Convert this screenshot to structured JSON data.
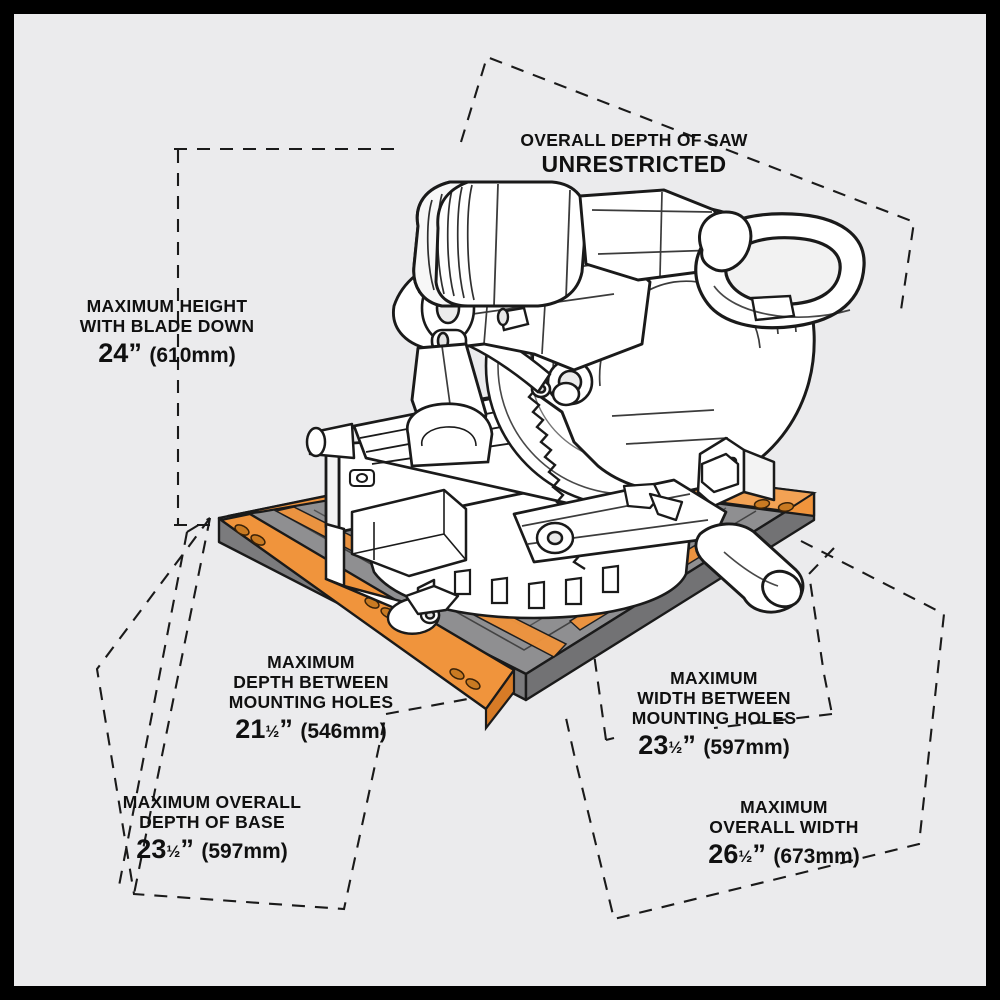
{
  "diagram": {
    "title": "Miter Saw Overall Dimensions",
    "background_color": "#ebebed",
    "border_color": "#000000",
    "accent_color": "#f0943c",
    "table_color": "#8c8c8c",
    "line_color": "#000000"
  },
  "callouts": {
    "depth_of_saw": {
      "line1": "OVERALL DEPTH OF SAW",
      "value": "UNRESTRICTED"
    },
    "max_height": {
      "line1": "MAXIMUM HEIGHT",
      "line2": "WITH BLADE DOWN",
      "inches": "24",
      "fraction": "",
      "quote": "”",
      "metric": "(610mm)"
    },
    "depth_between_holes": {
      "line1": "MAXIMUM",
      "line2": "DEPTH BETWEEN",
      "line3": "MOUNTING HOLES",
      "inches": "21",
      "fraction": "½",
      "quote": "”",
      "metric": "(546mm)"
    },
    "overall_depth_base": {
      "line1": "MAXIMUM OVERALL",
      "line2": "DEPTH OF BASE",
      "inches": "23",
      "fraction": "½",
      "quote": "”",
      "metric": "(597mm)"
    },
    "width_between_holes": {
      "line1": "MAXIMUM",
      "line2": "WIDTH BETWEEN",
      "line3": "MOUNTING HOLES",
      "inches": "23",
      "fraction": "½",
      "quote": "”",
      "metric": "(597mm)"
    },
    "overall_width": {
      "line1": "MAXIMUM",
      "line2": "OVERALL WIDTH",
      "inches": "26",
      "fraction": "½",
      "quote": "”",
      "metric": "(673mm)"
    }
  },
  "measurements": [
    {
      "name": "overall-depth-of-saw",
      "label": "OVERALL DEPTH OF SAW",
      "value": "UNRESTRICTED",
      "inches": null,
      "mm": null
    },
    {
      "name": "maximum-height-with-blade-down",
      "label": "MAXIMUM HEIGHT WITH BLADE DOWN",
      "value": "24” (610mm)",
      "inches": 24,
      "mm": 610
    },
    {
      "name": "maximum-depth-between-mounting-holes",
      "label": "MAXIMUM DEPTH BETWEEN MOUNTING HOLES",
      "value": "21½” (546mm)",
      "inches": 21.5,
      "mm": 546
    },
    {
      "name": "maximum-overall-depth-of-base",
      "label": "MAXIMUM OVERALL DEPTH OF BASE",
      "value": "23½” (597mm)",
      "inches": 23.5,
      "mm": 597
    },
    {
      "name": "maximum-width-between-mounting-holes",
      "label": "MAXIMUM WIDTH BETWEEN MOUNTING HOLES",
      "value": "23½” (597mm)",
      "inches": 23.5,
      "mm": 597
    },
    {
      "name": "maximum-overall-width",
      "label": "MAXIMUM OVERALL WIDTH",
      "value": "26½” (673mm)",
      "inches": 26.5,
      "mm": 673
    }
  ],
  "illustration": {
    "subject": "sliding compound miter saw on mounting base",
    "parts": [
      "motor-housing",
      "d-handle",
      "blade-guard",
      "saw-blade",
      "fence",
      "turntable",
      "slide-rails",
      "bevel-lock-handle",
      "orange-mounting-frame",
      "mounting-holes",
      "gray-base-table"
    ]
  }
}
